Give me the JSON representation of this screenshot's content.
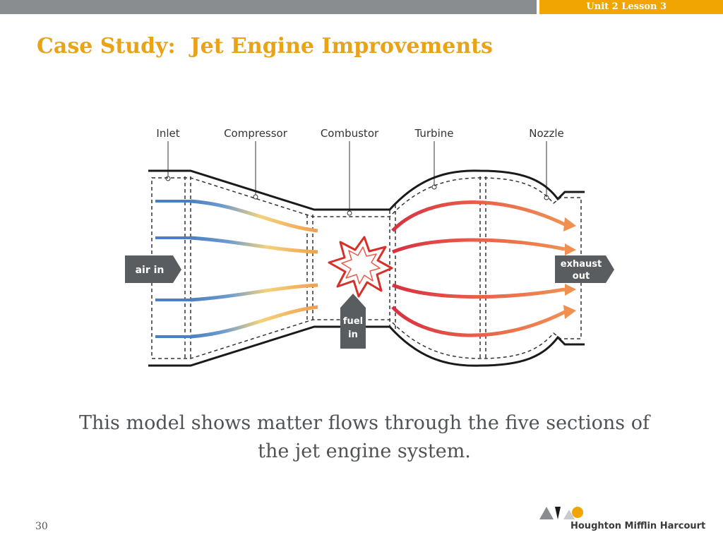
{
  "header": {
    "lesson_tab": "Unit 2 Lesson 3"
  },
  "title": "Case Study:  Jet Engine Improvements",
  "diagram": {
    "section_labels": [
      "Inlet",
      "Compressor",
      "Combustor",
      "Turbine",
      "Nozzle"
    ],
    "air_in": "air in",
    "fuel_in_line1": "fuel",
    "fuel_in_line2": "in",
    "exhaust_out_line1": "exhaust",
    "exhaust_out_line2": "out",
    "colors": {
      "cold_flow": "#4a7fc1",
      "warm_flow": "#f4d27a",
      "hot_flow": "#d63040",
      "exhaust_flow": "#f09050",
      "tag_fill": "#5a5d5f"
    }
  },
  "caption": "This model shows matter flows through the five sections of the jet engine system.",
  "footer": {
    "slide_number": "30",
    "publisher": "Houghton Mifflin Harcourt"
  }
}
